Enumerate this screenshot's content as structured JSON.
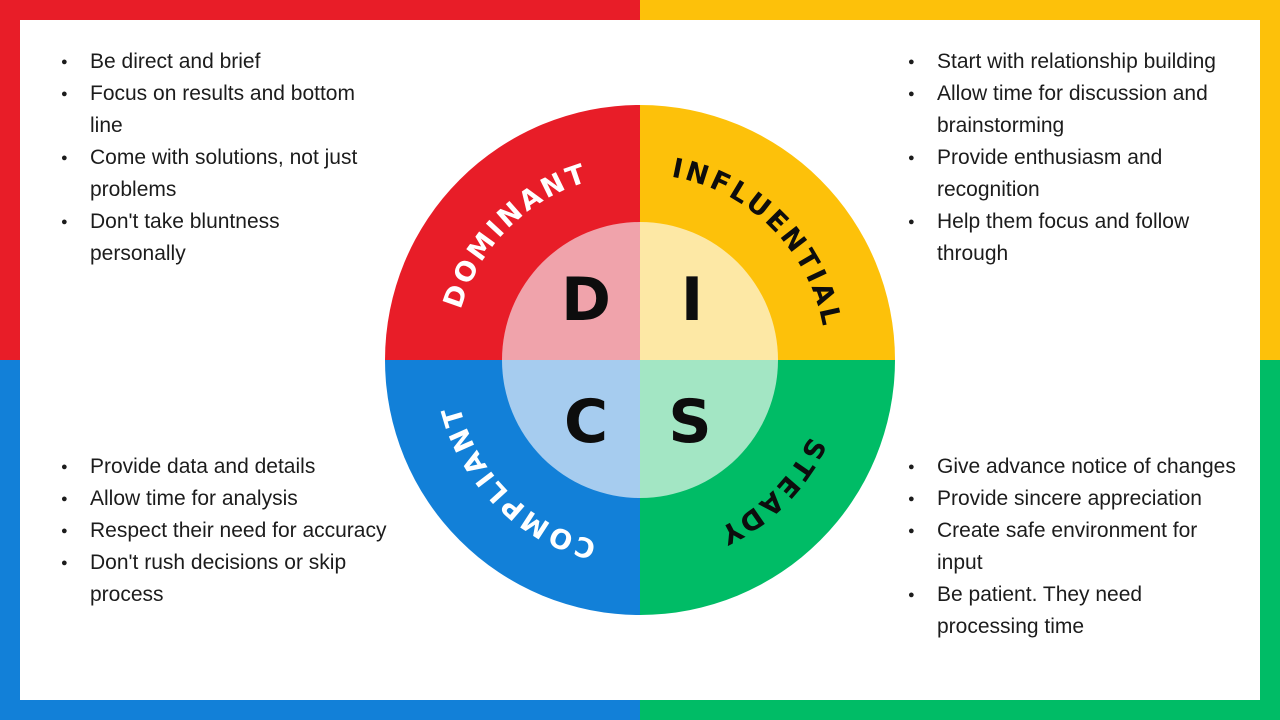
{
  "colors": {
    "red": "#E81D28",
    "pink": "#F0A3AB",
    "yellow": "#FDC10A",
    "light_yellow": "#FDE8A5",
    "blue": "#1280D8",
    "light_blue": "#A6CCEF",
    "green": "#00BC66",
    "light_green": "#A3E6C4",
    "ink": "#0D0D0D",
    "list_text": "#1C1C1C",
    "white": "#FFFFFF"
  },
  "wheel": {
    "quadrants": [
      {
        "id": "dominant",
        "label": "DOMINANT",
        "letter": "D",
        "color": "#E81D28",
        "inner_color": "#F0A3AB",
        "label_color": "#FFFFFF"
      },
      {
        "id": "influential",
        "label": "INFLUENTIAL",
        "letter": "I",
        "color": "#FDC10A",
        "inner_color": "#FDE8A5",
        "label_color": "#0D0D0D"
      },
      {
        "id": "compliant",
        "label": "COMPLIANT",
        "letter": "C",
        "color": "#1280D8",
        "inner_color": "#A6CCEF",
        "label_color": "#FFFFFF"
      },
      {
        "id": "steady",
        "label": "STEADY",
        "letter": "S",
        "color": "#00BC66",
        "inner_color": "#A3E6C4",
        "label_color": "#0D0D0D"
      }
    ]
  },
  "tips": {
    "dominant": {
      "items": [
        [
          "Be direct and brief"
        ],
        [
          "Focus on results and bottom",
          "line"
        ],
        [
          "Come with solutions, not just",
          "problems"
        ],
        [
          "Don't take bluntness",
          "personally"
        ]
      ]
    },
    "influential": {
      "items": [
        [
          "Start with relationship building"
        ],
        [
          "Allow time for discussion and",
          "brainstorming"
        ],
        [
          "Provide enthusiasm and",
          "recognition"
        ],
        [
          "Help them focus and follow",
          "through"
        ]
      ]
    },
    "compliant": {
      "items": [
        [
          "Provide data and details"
        ],
        [
          "Allow time for analysis"
        ],
        [
          "Respect their need for accuracy"
        ],
        [
          "Don't rush decisions or skip",
          "process"
        ]
      ]
    },
    "steady": {
      "items": [
        [
          "Give advance notice of changes"
        ],
        [
          "Provide sincere appreciation"
        ],
        [
          "Create safe environment for",
          "input"
        ],
        [
          "Be patient. They need",
          "processing time"
        ]
      ]
    }
  }
}
